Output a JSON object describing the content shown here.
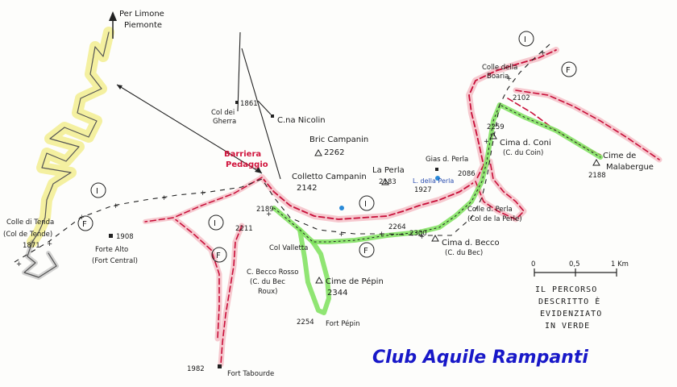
{
  "map": {
    "north_label_1": "Per Limone",
    "north_label_2": "Piemonte",
    "labels": {
      "col_dei_gherra_alt": "1861",
      "col_dei_gherra_1": "Col dei",
      "col_dei_gherra_2": "Gherra",
      "cna_nicolin": "C.na Nicolin",
      "bric_campanin_1": "Bric Campanin",
      "bric_campanin_2": "2262",
      "barriera_1": "Barriera",
      "barriera_2": "Pedaggio",
      "colletto_campanin_1": "Colletto Campanin",
      "colletto_campanin_2": "2142",
      "la_perla_1": "La Perla",
      "la_perla_2": "2183",
      "gias_perla": "Gias d. Perla",
      "lago_perla_alt": "1927",
      "lago_perla": "L. della Perla",
      "alt_2086": "2086",
      "colle_boaria_1": "Colle della",
      "colle_boaria_2": "Boaria",
      "alt_2102": "2102",
      "alt_2259": "2259",
      "cima_coni_1": "Cima d. Coni",
      "cima_coni_2": "(C. du Coin)",
      "cime_malabergue_1": "Cime de",
      "cime_malabergue_2": "Malabergue",
      "alt_2188": "2188",
      "colle_perla_1": "Colle d. Perla",
      "colle_perla_2": "(Col de la Perle)",
      "alt_2264": "2264",
      "alt_2300": "2300",
      "cima_becco_1": "Cima d. Becco",
      "cima_becco_2": "(C. du Bec)",
      "alt_2189": "2189",
      "col_valletta": "Col Valletta",
      "alt_2211": "2211",
      "colle_tenda_1": "Colle di Tenda",
      "colle_tenda_2": "(Col de Tende)",
      "colle_tenda_3": "1871",
      "forte_alto_1": "1908",
      "forte_alto_2": "Forte Alto",
      "forte_alto_3": "(Fort Central)",
      "becco_rosso_1": "C. Becco Rosso",
      "becco_rosso_2": "(C. du Bec",
      "becco_rosso_3": "Roux)",
      "cime_pepin_1": "Cime de Pépin",
      "cime_pepin_2": "2344",
      "fort_pepin_alt": "2254",
      "fort_pepin": "Fort Pépin",
      "tabourde_alt": "1982",
      "tabourde": "Fort Tabourde"
    },
    "circle_marks": {
      "i_1": "I",
      "i_2": "I",
      "i_3": "I",
      "i_4": "I",
      "f_1": "F",
      "f_2": "F",
      "f_3": "F",
      "f_4": "F"
    },
    "scale": {
      "zero": "0",
      "half": "0,5",
      "one": "1 Km"
    },
    "legend": {
      "line1": "IL PERCORSO",
      "line2": "DESCRITTO È",
      "line3": "EVIDENZIATO",
      "line4": "IN VERDE"
    },
    "credit": "Club Aquile Rampanti",
    "colors": {
      "route_highlight": "#7de05a",
      "road": "#c8103a",
      "road_fill": "#f6c9cf",
      "pass_road_highlight": "#f4f0a0",
      "border": "#222222",
      "credit_text": "#1818c8"
    }
  }
}
